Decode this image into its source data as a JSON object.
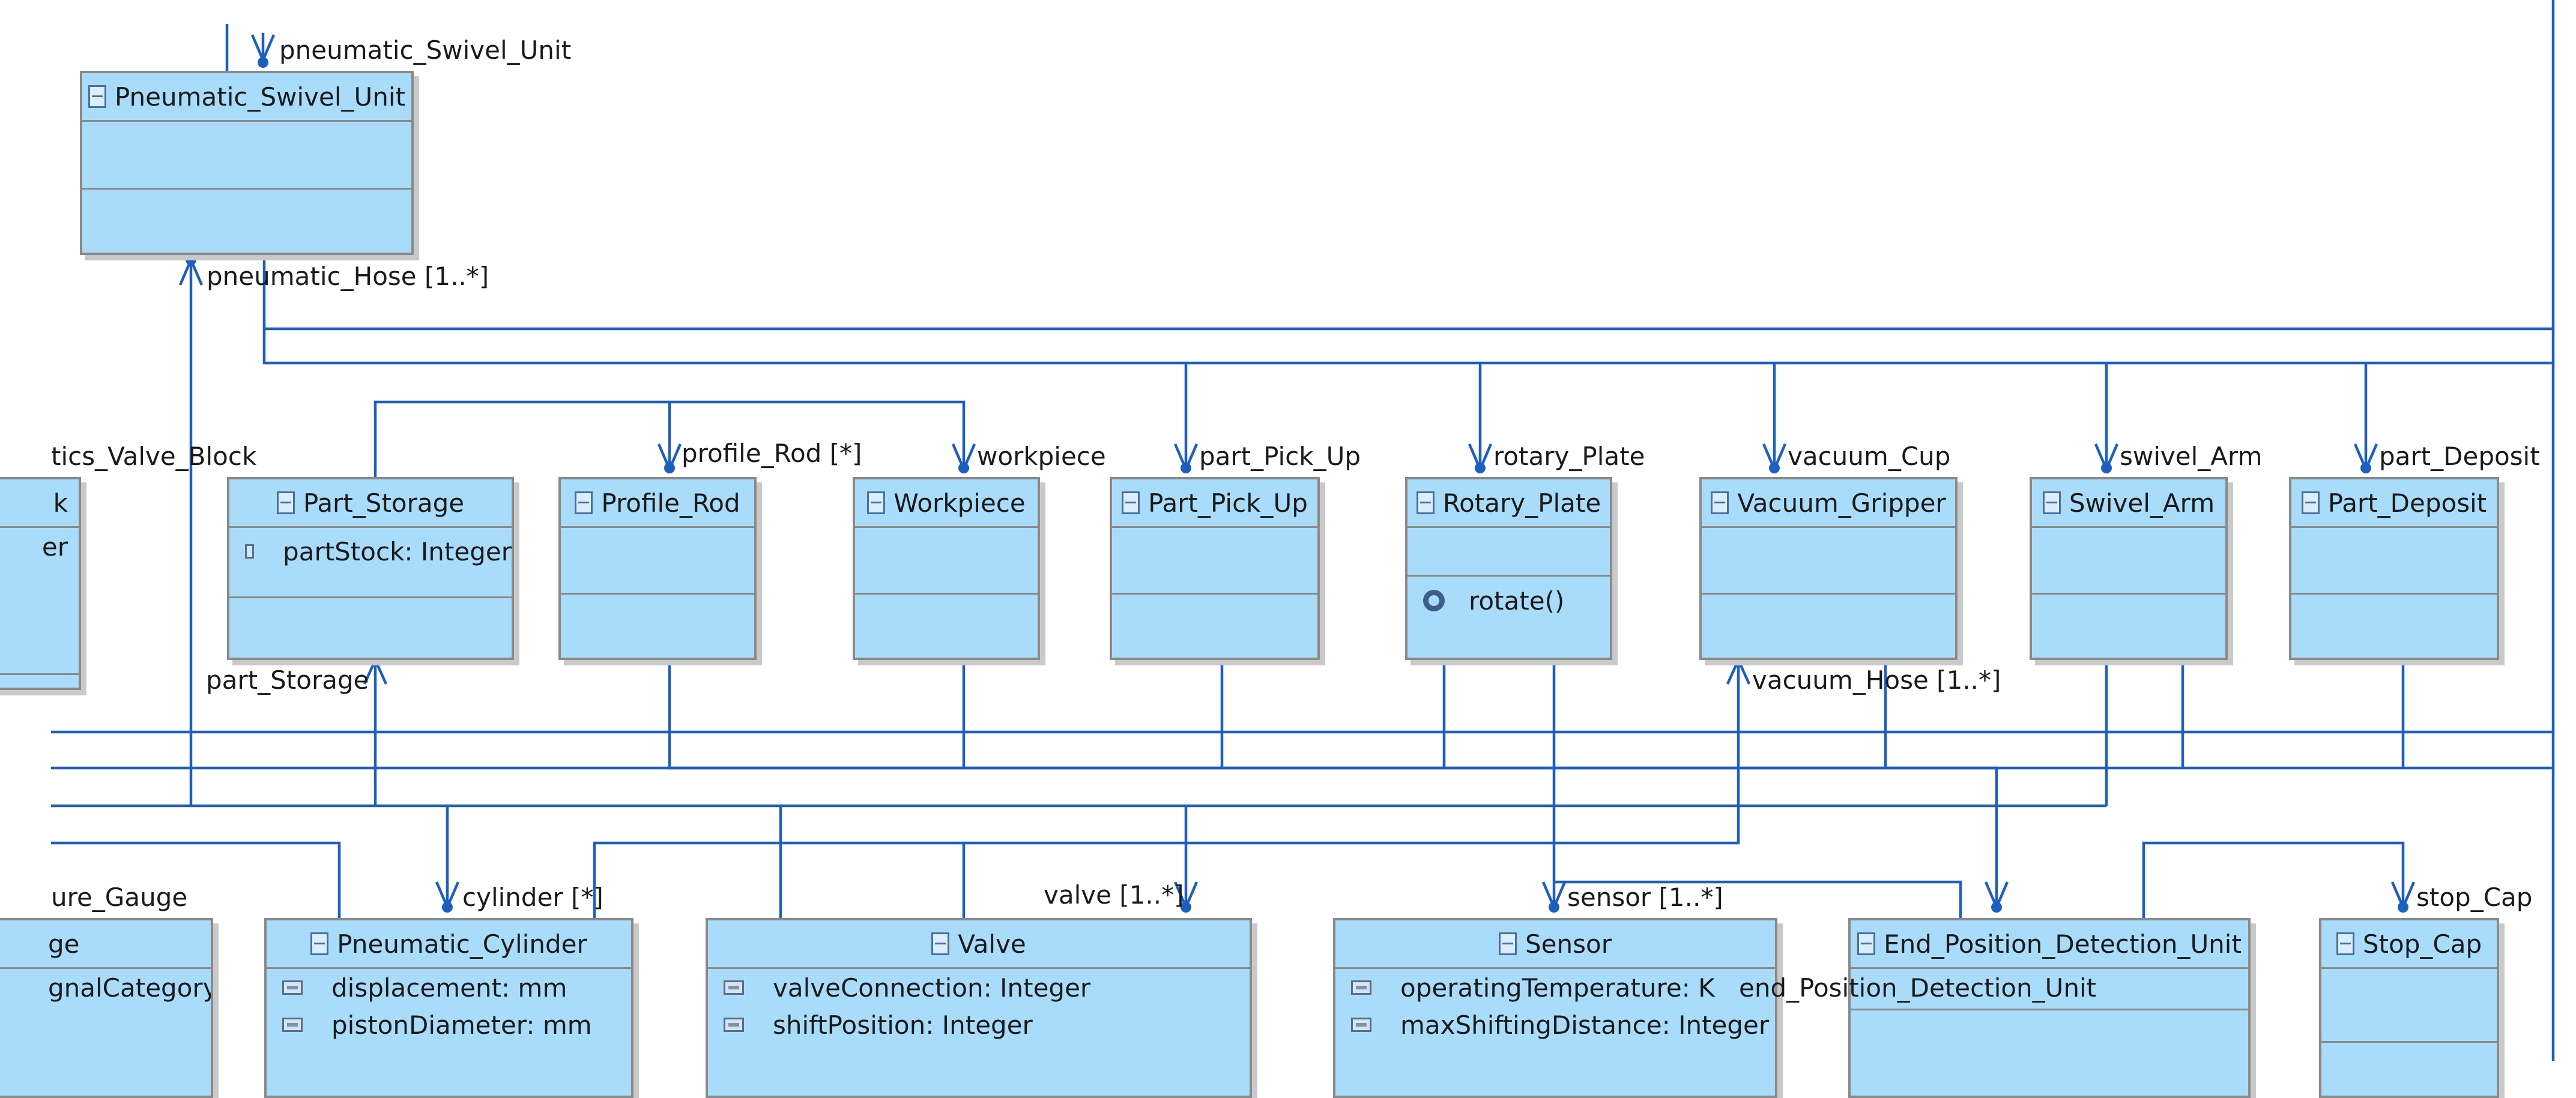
{
  "colors": {
    "block_fill": "#a9dcfa",
    "block_border": "#8a8a8a",
    "connector": "#1d5fc0",
    "text": "#1a1a1a"
  },
  "blocks": {
    "pneumatic_swivel_unit": {
      "name": "Pneumatic_Swivel_Unit"
    },
    "part_storage": {
      "name": "Part_Storage",
      "attributes": [
        "partStock: Integer"
      ]
    },
    "profile_rod": {
      "name": "Profile_Rod"
    },
    "workpiece": {
      "name": "Workpiece"
    },
    "part_pick_up": {
      "name": "Part_Pick_Up"
    },
    "rotary_plate": {
      "name": "Rotary_Plate",
      "operations": [
        "rotate()"
      ]
    },
    "vacuum_gripper": {
      "name": "Vacuum_Gripper"
    },
    "swivel_arm": {
      "name": "Swivel_Arm"
    },
    "part_deposit": {
      "name": "Part_Deposit"
    },
    "partial_left_upper": {
      "name_fragment": "k",
      "attr_fragment": "er"
    },
    "partial_left_lower": {
      "name_fragment": "ge",
      "attr_fragment": "gnalCategory"
    },
    "pneumatic_cylinder": {
      "name": "Pneumatic_Cylinder",
      "attributes": [
        "displacement: mm",
        "pistonDiameter: mm"
      ]
    },
    "valve": {
      "name": "Valve",
      "attributes": [
        "valveConnection: Integer",
        "shiftPosition: Integer"
      ]
    },
    "sensor": {
      "name": "Sensor",
      "attributes": [
        "operatingTemperature: K",
        "maxShiftingDistance: Integer"
      ]
    },
    "end_position_detection_unit": {
      "name": "End_Position_Detection_Unit",
      "attributes": [
        "end_Position_Detection_Unit"
      ]
    },
    "stop_cap": {
      "name": "Stop_Cap"
    }
  },
  "role_labels": {
    "pneumatic_swivel_unit": "pneumatic_Swivel_Unit",
    "pneumatic_hose": "pneumatic_Hose [1..*]",
    "valve_block_fragment": "tics_Valve_Block",
    "profile_rod": "profile_Rod [*]",
    "workpiece": "workpiece",
    "part_pick_up": "part_Pick_Up",
    "rotary_plate": "rotary_Plate",
    "vacuum_cup": "vacuum_Cup",
    "swivel_arm": "swivel_Arm",
    "part_deposit": "part_Deposit",
    "part_storage": "part_Storage",
    "vacuum_hose": "vacuum_Hose [1..*]",
    "pressure_gauge_fragment": "ure_Gauge",
    "cylinder": "cylinder [*]",
    "valve": "valve [1..*]",
    "sensor": "sensor [1..*]",
    "stop_cap": "stop_Cap"
  }
}
